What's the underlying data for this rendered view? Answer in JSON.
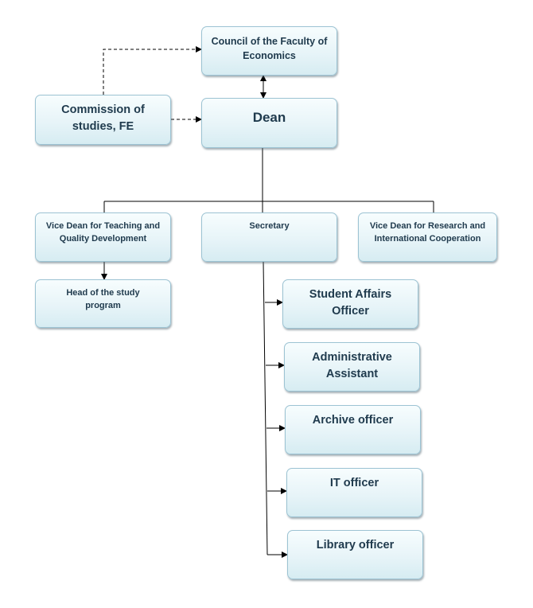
{
  "diagram": {
    "council": "Council of the Faculty of Economics",
    "dean": "Dean",
    "commission": "Commission of studies, FE",
    "vice_dean_teaching": "Vice Dean for Teaching and Quality Development",
    "secretary": "Secretary",
    "vice_dean_research": "Vice Dean for Research and International  Cooperation",
    "head_study_program": "Head of the study program",
    "student_affairs": "Student Affairs Officer",
    "administrative_assistant": "Administrative Assistant",
    "archive_officer": "Archive officer",
    "it_officer": "IT officer",
    "library_officer": "Library officer"
  },
  "colors": {
    "box_fill": "#e7f4f8",
    "box_border": "#9cc3d3",
    "text": "#1f3a4d",
    "connector": "#000000"
  }
}
